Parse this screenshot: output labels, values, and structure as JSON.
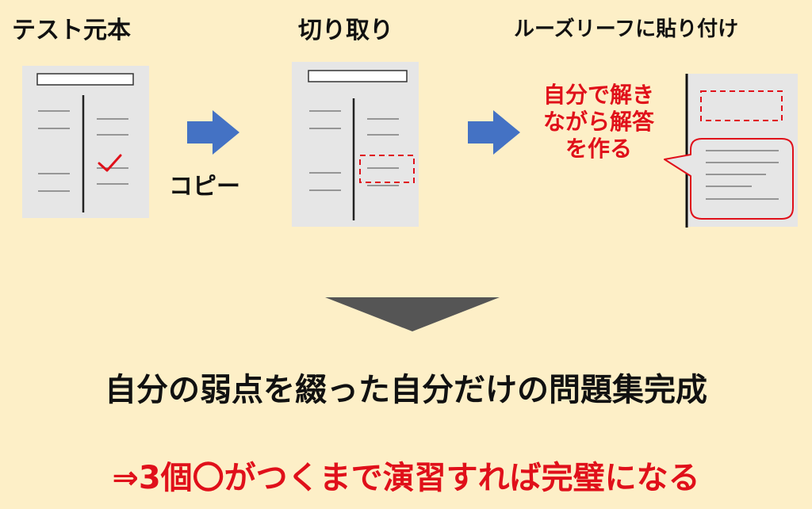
{
  "steps": {
    "original": {
      "label": "テスト元本"
    },
    "cut": {
      "label": "切り取り"
    },
    "paste": {
      "label": "ルーズリーフに貼り付け"
    }
  },
  "copy_label": "コピー",
  "note_lines": [
    "自分で解き",
    "ながら解答",
    "を作る"
  ],
  "result": "自分の弱点を綴った自分だけの問題集完成",
  "conclusion": "⇒3個〇がつくまで演習すれば完璧になる",
  "colors": {
    "background": "#fdefc7",
    "paper": "#e6e6e6",
    "arrow": "#4472c4",
    "accent_red": "#e0101a",
    "down_arrow": "#555555"
  },
  "icons": {
    "checkmark": "check-icon",
    "flow_arrow": "right-arrow-icon",
    "result_arrow": "down-triangle-icon"
  }
}
